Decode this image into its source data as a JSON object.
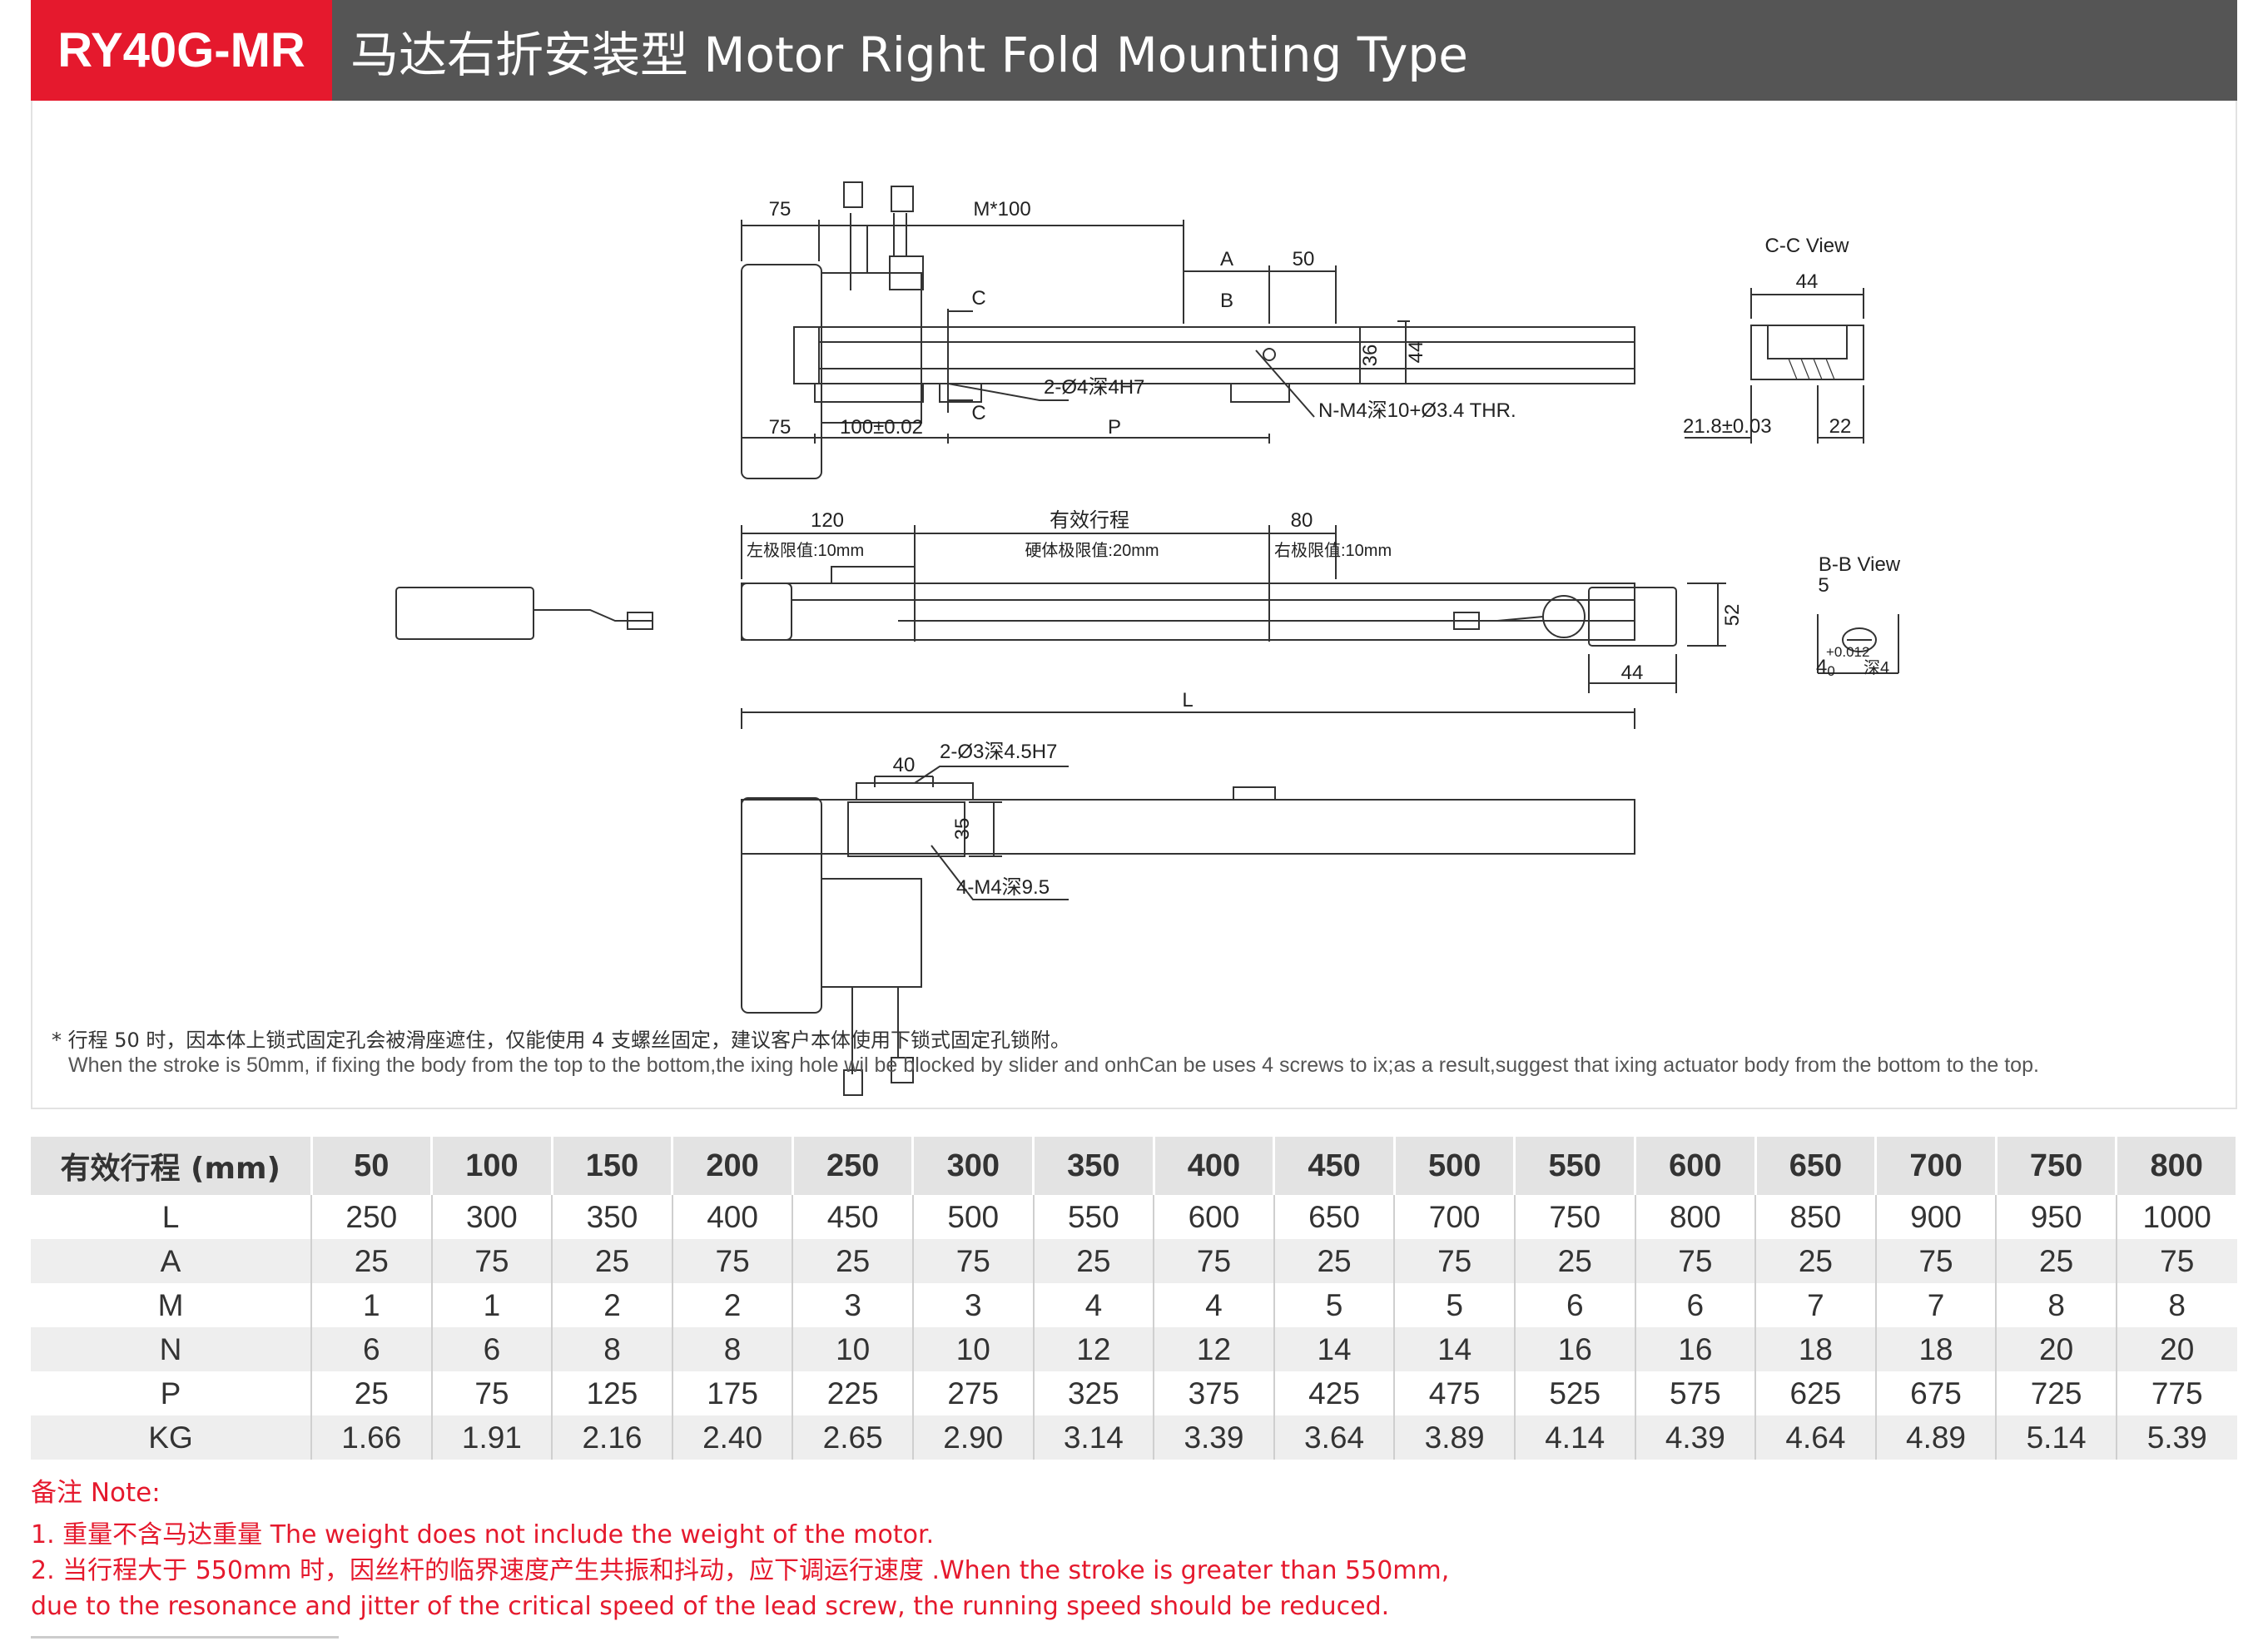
{
  "header": {
    "model": "RY40G-MR",
    "title": "马达右折安装型 Motor Right Fold Mounting Type"
  },
  "drawing": {
    "top_view": {
      "dim_motor_75": "75",
      "dim_m100": "M*100",
      "dim_a": "A",
      "dim_50": "50",
      "label_b": "B",
      "label_c_top": "C",
      "label_c_bottom": "C",
      "dim_36": "36",
      "dim_44": "44",
      "hole_2_4": "2-Ø4深4H7",
      "hole_nm4": "N-M4深10+Ø3.4 THR.",
      "dim_75_bottom": "75",
      "dim_100": "100±0.02",
      "dim_p": "P"
    },
    "cc_view": {
      "title": "C-C View",
      "dim_44": "44",
      "dim_21_8": "21.8±0.03",
      "dim_22": "22"
    },
    "side_view": {
      "dim_120": "120",
      "dim_stroke": "有效行程",
      "dim_80": "80",
      "left_limit": "左极限值:10mm",
      "hard_limit": "硬体极限值:20mm",
      "right_limit": "右极限值:10mm",
      "dim_52": "52",
      "dim_44": "44"
    },
    "bb_view": {
      "title": "B-B View",
      "dim_5": "5",
      "tol": "+0.012",
      "dim_4_0": "4",
      "dim_4_sub": "0",
      "depth": "深4"
    },
    "bottom_view": {
      "dim_l": "L",
      "dim_40": "40",
      "hole_2_3": "2-Ø3深4.5H7",
      "dim_35": "35",
      "hole_4m4": "4-M4深9.5"
    }
  },
  "footnote": {
    "zh": "* 行程 50 时，因本体上锁式固定孔会被滑座遮住，仅能使用 4 支螺丝固定，建议客户本体使用下锁式固定孔锁附。",
    "en": "When the stroke is 50mm, if fixing the body from the top to the bottom,the ixing hole wil be blocked by slider and onhCan be uses 4 screws to ix;as a result,suggest that ixing actuator body from the bottom to the top."
  },
  "table": {
    "header_label": "有效行程 (mm)",
    "columns": [
      "50",
      "100",
      "150",
      "200",
      "250",
      "300",
      "350",
      "400",
      "450",
      "500",
      "550",
      "600",
      "650",
      "700",
      "750",
      "800"
    ],
    "rows": [
      {
        "label": "L",
        "values": [
          "250",
          "300",
          "350",
          "400",
          "450",
          "500",
          "550",
          "600",
          "650",
          "700",
          "750",
          "800",
          "850",
          "900",
          "950",
          "1000"
        ]
      },
      {
        "label": "A",
        "values": [
          "25",
          "75",
          "25",
          "75",
          "25",
          "75",
          "25",
          "75",
          "25",
          "75",
          "25",
          "75",
          "25",
          "75",
          "25",
          "75"
        ]
      },
      {
        "label": "M",
        "values": [
          "1",
          "1",
          "2",
          "2",
          "3",
          "3",
          "4",
          "4",
          "5",
          "5",
          "6",
          "6",
          "7",
          "7",
          "8",
          "8"
        ]
      },
      {
        "label": "N",
        "values": [
          "6",
          "6",
          "8",
          "8",
          "10",
          "10",
          "12",
          "12",
          "14",
          "14",
          "16",
          "16",
          "18",
          "18",
          "20",
          "20"
        ]
      },
      {
        "label": "P",
        "values": [
          "25",
          "75",
          "125",
          "175",
          "225",
          "275",
          "325",
          "375",
          "425",
          "475",
          "525",
          "575",
          "625",
          "675",
          "725",
          "775"
        ]
      },
      {
        "label": "KG",
        "values": [
          "1.66",
          "1.91",
          "2.16",
          "2.40",
          "2.65",
          "2.90",
          "3.14",
          "3.39",
          "3.64",
          "3.89",
          "4.14",
          "4.39",
          "4.64",
          "4.89",
          "5.14",
          "5.39"
        ]
      }
    ]
  },
  "notes": {
    "title": "备注 Note:",
    "lines": [
      "1. 重量不含马达重量 The weight does not include the weight of the motor.",
      "2. 当行程大于 550mm 时，因丝杆的临界速度产生共振和抖动，应下调运行速度 .When the stroke is greater than 550mm,",
      "due to the resonance and jitter of the critical speed of the lead screw, the running speed should be reduced."
    ]
  },
  "colors": {
    "accent_red": "#e5192d",
    "header_gray": "#555555",
    "table_header_bg": "#e3e3e3"
  }
}
